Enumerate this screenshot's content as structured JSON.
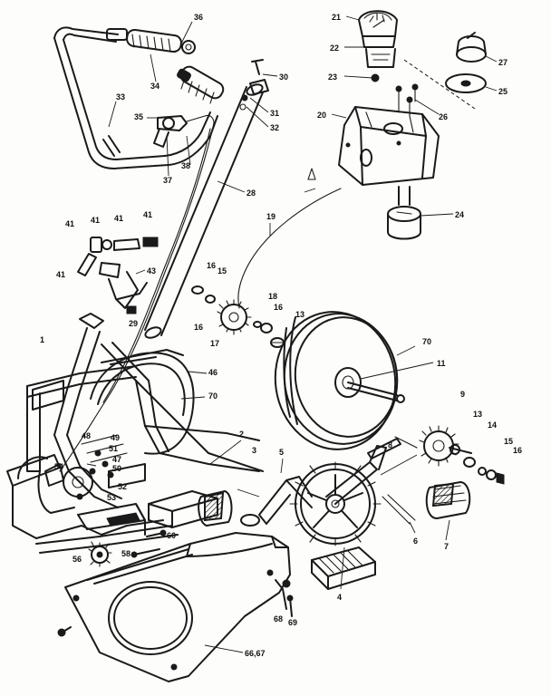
{
  "diagram": {
    "style": "exploded parts diagram, black line art on white",
    "colors": {
      "ink": "#1a1a1a",
      "paper": "#fdfdfb"
    },
    "callouts": [
      {
        "id": "c21",
        "text": "21"
      },
      {
        "id": "c22",
        "text": "22"
      },
      {
        "id": "c23",
        "text": "23"
      },
      {
        "id": "c20",
        "text": "20"
      },
      {
        "id": "c19",
        "text": "19"
      },
      {
        "id": "c24",
        "text": "24"
      },
      {
        "id": "c25",
        "text": "25"
      },
      {
        "id": "c26",
        "text": "26"
      },
      {
        "id": "c27",
        "text": "27"
      },
      {
        "id": "c28",
        "text": "28"
      },
      {
        "id": "c29",
        "text": "29"
      },
      {
        "id": "c30",
        "text": "30"
      },
      {
        "id": "c31",
        "text": "31"
      },
      {
        "id": "c32",
        "text": "32"
      },
      {
        "id": "c33",
        "text": "33"
      },
      {
        "id": "c34",
        "text": "34"
      },
      {
        "id": "c35",
        "text": "35"
      },
      {
        "id": "c36",
        "text": "36"
      },
      {
        "id": "c37",
        "text": "37"
      },
      {
        "id": "c38",
        "text": "38"
      },
      {
        "id": "c41a",
        "text": "41"
      },
      {
        "id": "c41b",
        "text": "41"
      },
      {
        "id": "c41c",
        "text": "41"
      },
      {
        "id": "c41d",
        "text": "41"
      },
      {
        "id": "c41e",
        "text": "41"
      },
      {
        "id": "c43",
        "text": "43"
      },
      {
        "id": "c46",
        "text": "46"
      },
      {
        "id": "c47",
        "text": "47"
      },
      {
        "id": "c48",
        "text": "48"
      },
      {
        "id": "c49",
        "text": "49"
      },
      {
        "id": "c50",
        "text": "50"
      },
      {
        "id": "c51",
        "text": "51"
      },
      {
        "id": "c52",
        "text": "52"
      },
      {
        "id": "c53",
        "text": "53"
      },
      {
        "id": "c54",
        "text": "54"
      },
      {
        "id": "c56",
        "text": "56"
      },
      {
        "id": "c58",
        "text": "58"
      },
      {
        "id": "c60",
        "text": "60"
      },
      {
        "id": "c6667",
        "text": "66,67"
      },
      {
        "id": "c68",
        "text": "68"
      },
      {
        "id": "c69",
        "text": "69"
      },
      {
        "id": "c70a",
        "text": "70"
      },
      {
        "id": "c70b",
        "text": "70"
      },
      {
        "id": "c1",
        "text": "1"
      },
      {
        "id": "c2",
        "text": "2"
      },
      {
        "id": "c3",
        "text": "3"
      },
      {
        "id": "c4",
        "text": "4"
      },
      {
        "id": "c5",
        "text": "5"
      },
      {
        "id": "c6",
        "text": "6"
      },
      {
        "id": "c7",
        "text": "7"
      },
      {
        "id": "c8",
        "text": "8"
      },
      {
        "id": "c9",
        "text": "9"
      },
      {
        "id": "c11",
        "text": "11"
      },
      {
        "id": "c13a",
        "text": "13"
      },
      {
        "id": "c13b",
        "text": "13"
      },
      {
        "id": "c14",
        "text": "14"
      },
      {
        "id": "c15a",
        "text": "15"
      },
      {
        "id": "c15b",
        "text": "15"
      },
      {
        "id": "c16a",
        "text": "16"
      },
      {
        "id": "c16b",
        "text": "16"
      },
      {
        "id": "c16c",
        "text": "16"
      },
      {
        "id": "c16d",
        "text": "16"
      },
      {
        "id": "c17",
        "text": "17"
      },
      {
        "id": "c18",
        "text": "18"
      }
    ]
  }
}
